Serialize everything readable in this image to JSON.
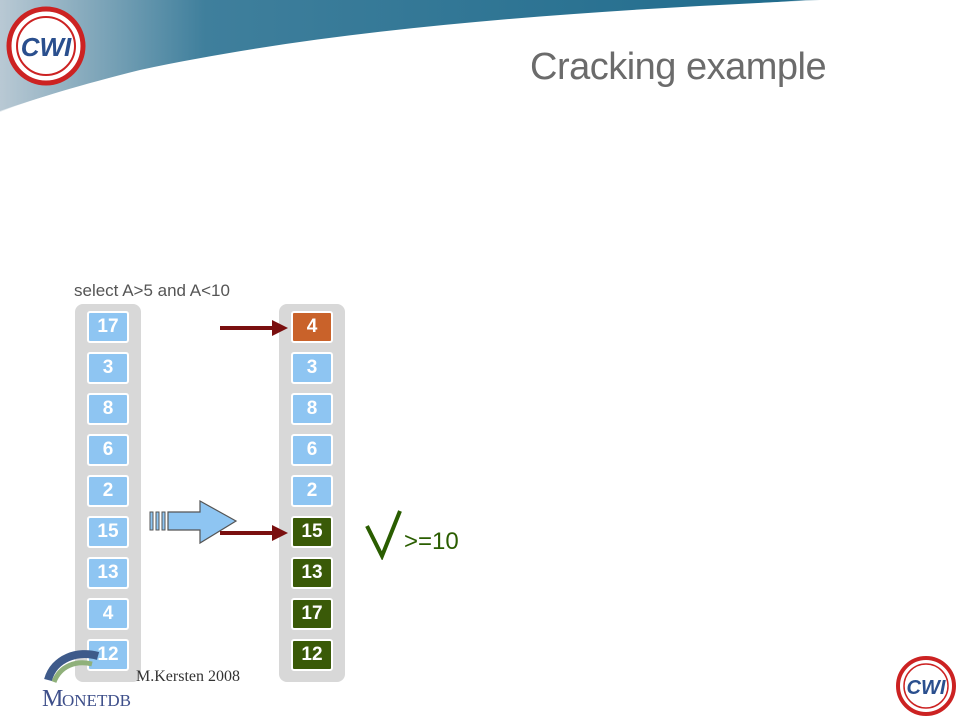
{
  "slide": {
    "title": "Cracking example",
    "query": "select A>5  and A<10",
    "range_label": ">=10"
  },
  "logos": {
    "brand": "CWI",
    "product_prefix": "M",
    "product_rest": "ONETDB"
  },
  "footer": {
    "text": "M.Kersten 2008"
  },
  "colors": {
    "unsorted": "#8ec5f2",
    "below_range": "#c9622a",
    "above_range": "#3a5a08",
    "arrow": "#7a0f0f",
    "banner": "#2a6f8e"
  },
  "original_column": {
    "values": [
      "17",
      "3",
      "8",
      "6",
      "2",
      "15",
      "13",
      "4",
      "12"
    ]
  },
  "cracked_column": {
    "cells": [
      {
        "value": "4",
        "group": "below"
      },
      {
        "value": "3",
        "group": "unsorted"
      },
      {
        "value": "8",
        "group": "unsorted"
      },
      {
        "value": "6",
        "group": "unsorted"
      },
      {
        "value": "2",
        "group": "unsorted"
      },
      {
        "value": "15",
        "group": "above"
      },
      {
        "value": "13",
        "group": "above"
      },
      {
        "value": "17",
        "group": "above"
      },
      {
        "value": "12",
        "group": "above"
      }
    ]
  }
}
